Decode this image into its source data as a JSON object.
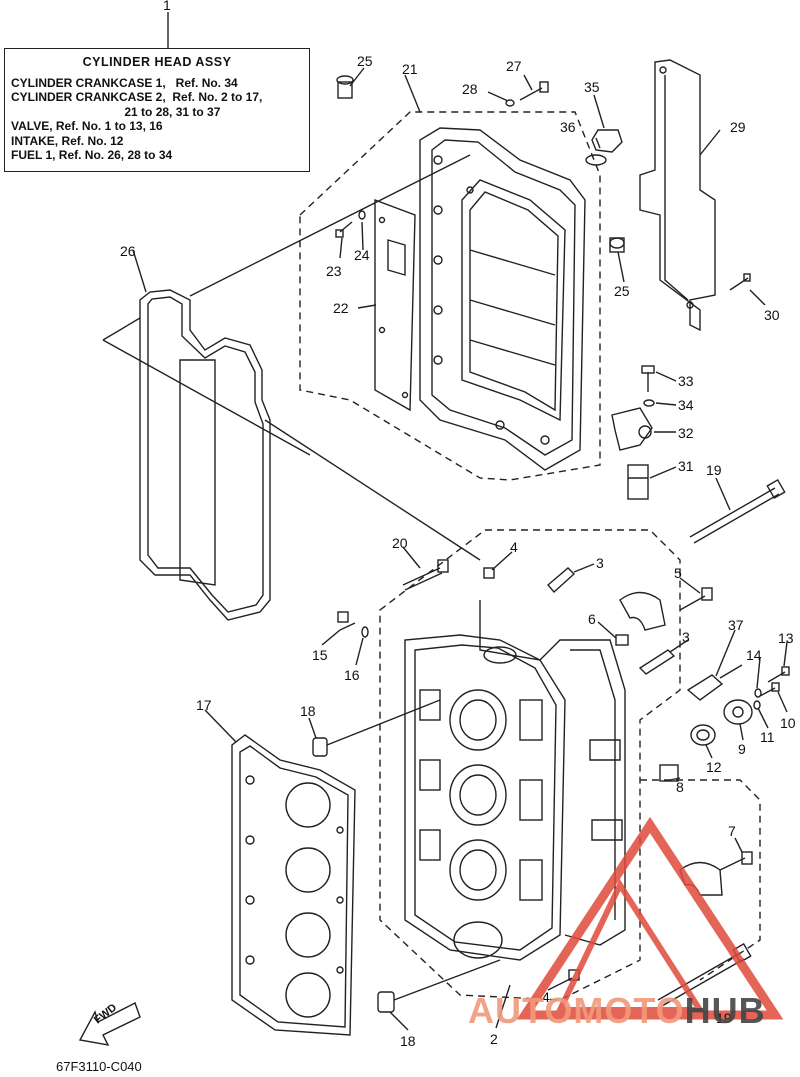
{
  "info_box": {
    "title": "CYLINDER HEAD ASSY",
    "lines": [
      "CYLINDER CRANKCASE 1,   Ref. No. 34",
      "CYLINDER CRANKCASE 2,  Ref. No. 2 to 17,",
      "                                  21 to 28, 31 to 37",
      "VALVE, Ref. No. 1 to 13, 16",
      "INTAKE, Ref. No. 12",
      "FUEL 1, Ref. No. 26, 28 to 34"
    ]
  },
  "callouts": {
    "c1": "1",
    "c2": "2",
    "c3a": "3",
    "c3b": "3",
    "c4a": "4",
    "c4b": "4",
    "c5": "5",
    "c6": "6",
    "c7": "7",
    "c8": "8",
    "c9": "9",
    "c10": "10",
    "c11": "11",
    "c12": "12",
    "c13": "13",
    "c14": "14",
    "c15": "15",
    "c16": "16",
    "c17": "17",
    "c18a": "18",
    "c18b": "18",
    "c19a": "19",
    "c19b": "19",
    "c20": "20",
    "c21": "21",
    "c22": "22",
    "c23": "23",
    "c24": "24",
    "c25a": "25",
    "c25b": "25",
    "c26": "26",
    "c27": "27",
    "c28": "28",
    "c29": "29",
    "c30": "30",
    "c31": "31",
    "c32": "32",
    "c33": "33",
    "c34": "34",
    "c35": "35",
    "c36": "36",
    "c37": "37"
  },
  "fwd_label": "FWD",
  "drawing_code": "67F3110-C040",
  "watermark": {
    "part1": "AUTOMOTO",
    "part2": "HUB"
  },
  "colors": {
    "line": "#222222",
    "watermark_red": "#e04a3a",
    "watermark_grey": "#444444"
  }
}
